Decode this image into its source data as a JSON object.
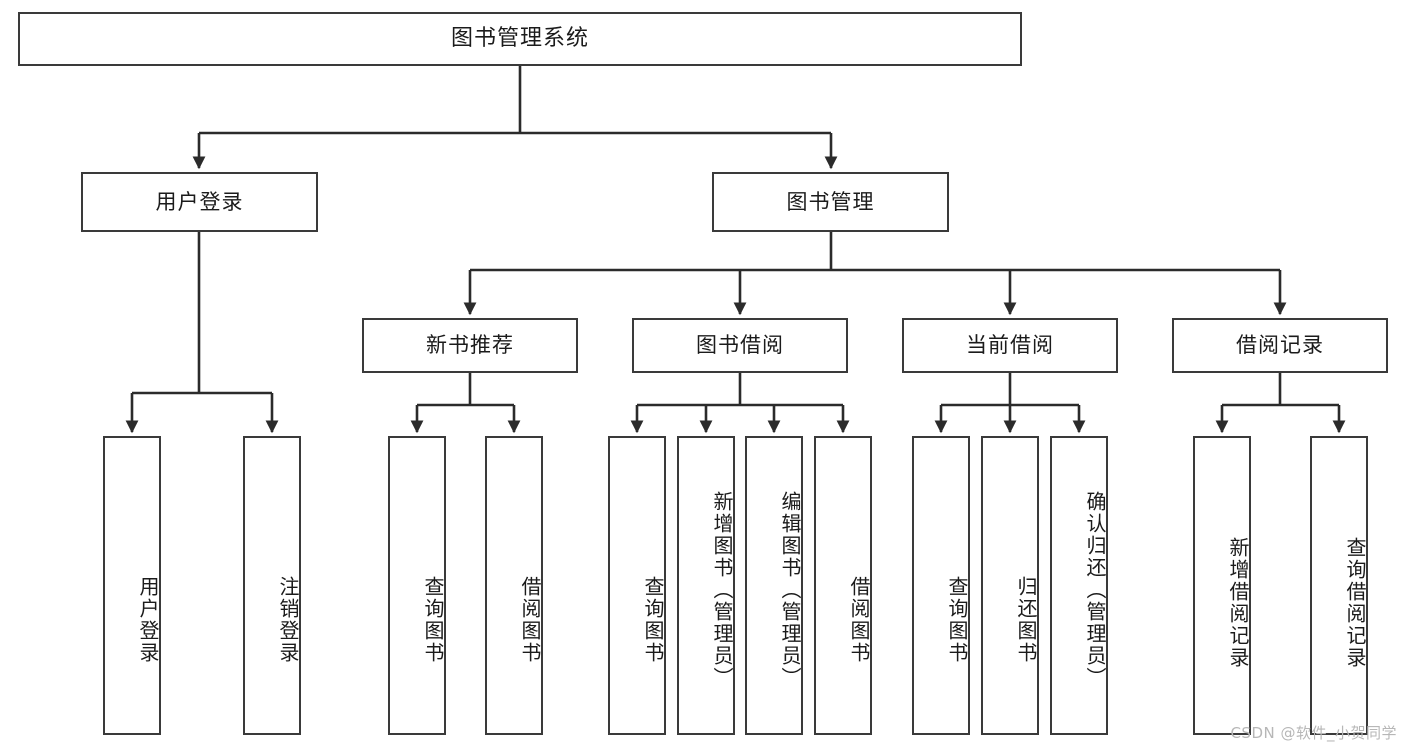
{
  "diagram": {
    "title": "图书管理系统",
    "type": "tree-hierarchy",
    "watermark": "CSDN @软件_小贺同学",
    "colors": {
      "border": "#3a3a3a",
      "fill": "#ffffff",
      "text": "#1b1b1b",
      "edge": "#2b2b2b",
      "watermark": "#b7b7b7"
    },
    "levels": {
      "root": {
        "id": "root",
        "label": "图书管理系统"
      },
      "level2": [
        {
          "id": "user-login",
          "label": "用户登录"
        },
        {
          "id": "book-manage",
          "label": "图书管理"
        }
      ],
      "level3": [
        {
          "id": "new-book-recommend",
          "label": "新书推荐",
          "parent": "book-manage"
        },
        {
          "id": "book-borrow",
          "label": "图书借阅",
          "parent": "book-manage"
        },
        {
          "id": "current-borrow",
          "label": "当前借阅",
          "parent": "book-manage"
        },
        {
          "id": "borrow-record",
          "label": "借阅记录",
          "parent": "book-manage"
        }
      ],
      "leaves": [
        {
          "id": "leaf-user-login",
          "label": "用户登录",
          "parent": "user-login"
        },
        {
          "id": "leaf-user-logout",
          "label": "注销登录",
          "parent": "user-login"
        },
        {
          "id": "leaf-query-book-1",
          "label": "查询图书",
          "parent": "new-book-recommend"
        },
        {
          "id": "leaf-borrow-book-1",
          "label": "借阅图书",
          "parent": "new-book-recommend"
        },
        {
          "id": "leaf-query-book-2",
          "label": "查询图书",
          "parent": "book-borrow"
        },
        {
          "id": "leaf-add-book",
          "label": "新增图书（管理员）",
          "parent": "book-borrow"
        },
        {
          "id": "leaf-edit-book",
          "label": "编辑图书（管理员）",
          "parent": "book-borrow"
        },
        {
          "id": "leaf-borrow-book-2",
          "label": "借阅图书",
          "parent": "book-borrow"
        },
        {
          "id": "leaf-query-book-3",
          "label": "查询图书",
          "parent": "current-borrow"
        },
        {
          "id": "leaf-return-book",
          "label": "归还图书",
          "parent": "current-borrow"
        },
        {
          "id": "leaf-confirm-return",
          "label": "确认归还（管理员）",
          "parent": "current-borrow"
        },
        {
          "id": "leaf-add-record",
          "label": "新增借阅记录",
          "parent": "borrow-record"
        },
        {
          "id": "leaf-query-record",
          "label": "查询借阅记录",
          "parent": "borrow-record"
        }
      ]
    }
  }
}
